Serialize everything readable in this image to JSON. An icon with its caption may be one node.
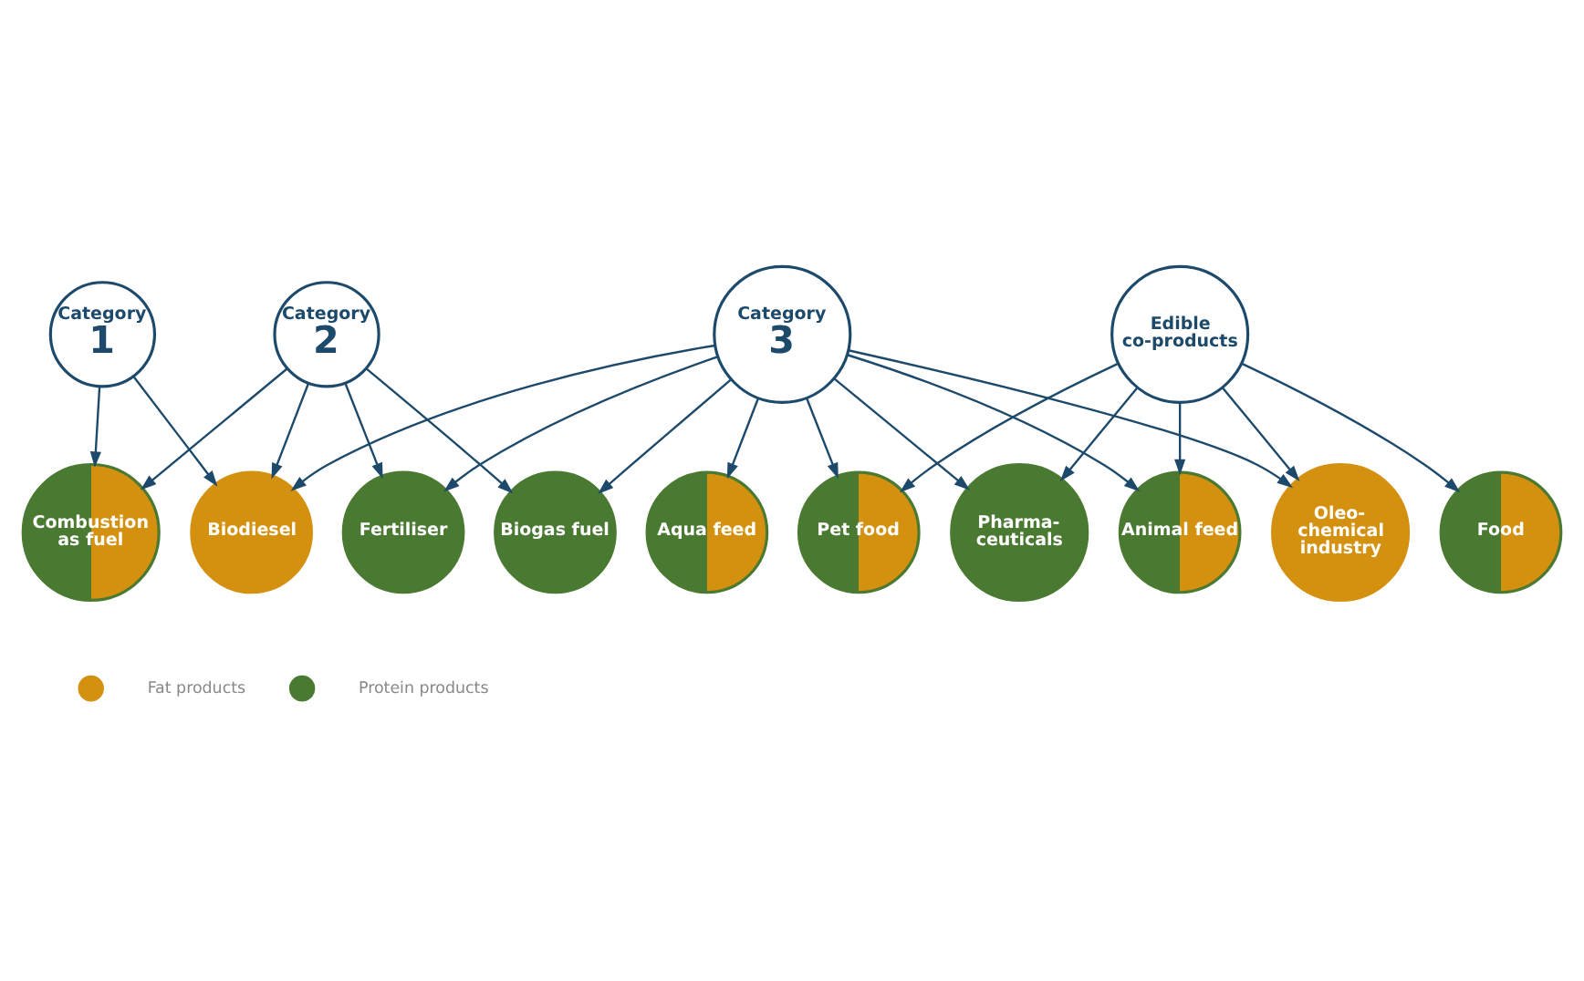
{
  "diagram": {
    "nodes": [
      {
        "text": [
          "Category",
          "1"
        ]
      },
      {
        "text": [
          "Aqua feed"
        ]
      },
      {
        "text": [
          "Pet food"
        ]
      },
      {
        "text": [
          "Pharma- ceuticals"
        ]
      },
      {
        "text": [
          "Combustion as fuel"
        ]
      },
      {
        "text": [
          "Biodiesel"
        ]
      },
      {
        "text": [
          "Category",
          "3"
        ]
      },
      {
        "text": [
          "Animal feed"
        ]
      },
      {
        "text": [
          "Edible co-products"
        ]
      },
      {
        "text": [
          "Category",
          "2"
        ]
      },
      {
        "text": [
          "Fertiliser"
        ]
      },
      {
        "text": [
          "Biogas fuel"
        ]
      },
      {
        "text": [
          "Oleo- chemical industry"
        ]
      },
      {
        "text": [
          "Food"
        ]
      }
    ],
    "edges": [
      {
        "from": 0,
        "to": 4,
        "arrow": "to"
      },
      {
        "from": 0,
        "to": 5,
        "arrow": "to"
      },
      {
        "from": 9,
        "to": 4,
        "arrow": "to"
      },
      {
        "from": 9,
        "to": 5,
        "arrow": "to"
      },
      {
        "from": 9,
        "to": 10,
        "arrow": "to"
      },
      {
        "from": 9,
        "to": 11,
        "arrow": "to"
      },
      {
        "from": 6,
        "to": 1,
        "arrow": "to"
      },
      {
        "from": 6,
        "to": 2,
        "arrow": "to"
      },
      {
        "from": 6,
        "to": 3,
        "arrow": "to"
      },
      {
        "from": 6,
        "to": 5,
        "arrow": "to"
      },
      {
        "from": 6,
        "to": 7,
        "arrow": "to"
      },
      {
        "from": 6,
        "to": 10,
        "arrow": "to"
      },
      {
        "from": 6,
        "to": 11,
        "arrow": "to"
      },
      {
        "from": 6,
        "to": 12,
        "arrow": "to"
      },
      {
        "from": 8,
        "to": 2,
        "arrow": "to"
      },
      {
        "from": 8,
        "to": 3,
        "arrow": "to"
      },
      {
        "from": 8,
        "to": 7,
        "arrow": "to"
      },
      {
        "from": 8,
        "to": 12,
        "arrow": "to"
      },
      {
        "from": 8,
        "to": 13,
        "arrow": "to"
      }
    ],
    "legend": [
      {
        "text": "Fat products",
        "color": "#d4900f"
      },
      {
        "text": "Protein products",
        "color": "#4a7a32"
      }
    ]
  }
}
